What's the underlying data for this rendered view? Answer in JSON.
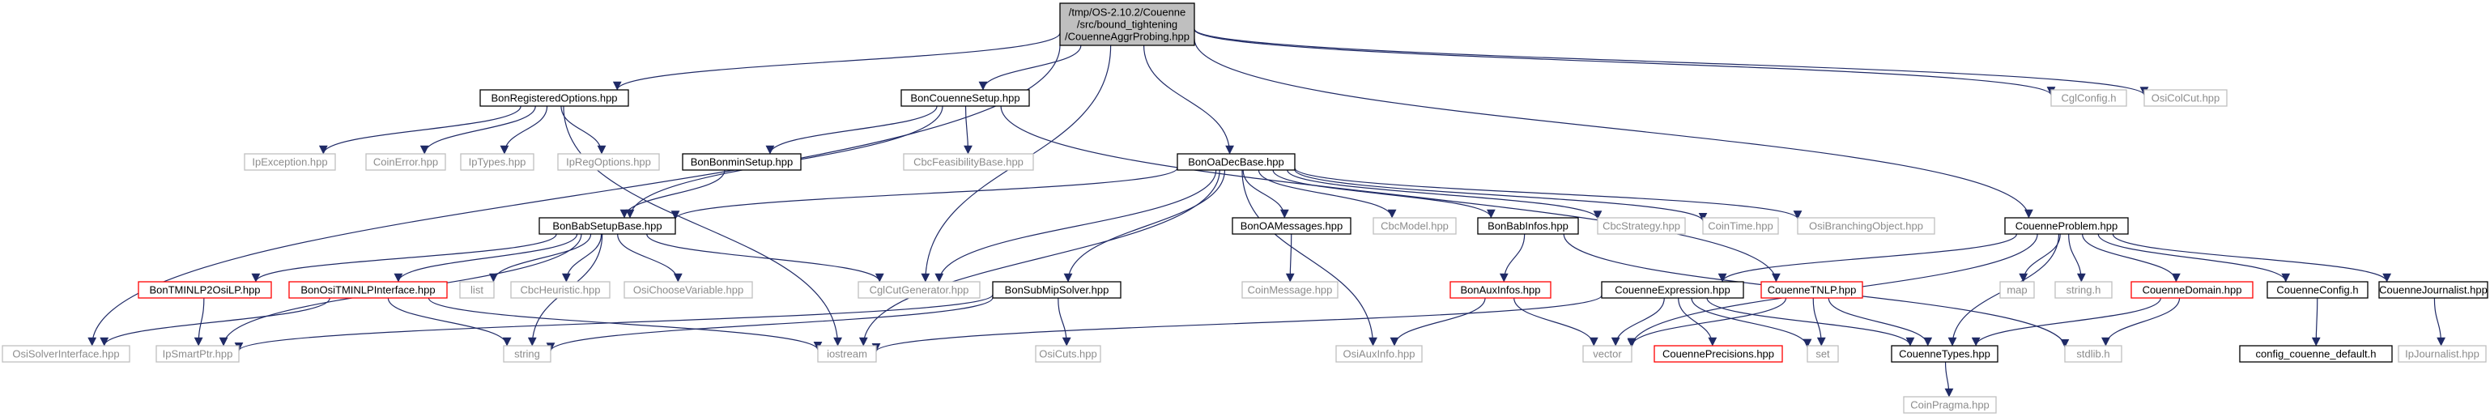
{
  "diagram": {
    "nodes": [
      {
        "id": "root",
        "label": [
          "/tmp/OS-2.10.2/Couenne",
          "/src/bound_tightening",
          "/CouenneAggrProbing.hpp"
        ],
        "style": "root"
      },
      {
        "id": "BonRegisteredOptions",
        "label": [
          "BonRegisteredOptions.hpp"
        ],
        "style": "black"
      },
      {
        "id": "BonCouenneSetup",
        "label": [
          "BonCouenneSetup.hpp"
        ],
        "style": "black"
      },
      {
        "id": "BonOaDecBase",
        "label": [
          "BonOaDecBase.hpp"
        ],
        "style": "black"
      },
      {
        "id": "CouenneProblem",
        "label": [
          "CouenneProblem.hpp"
        ],
        "style": "black"
      },
      {
        "id": "CglConfig",
        "label": [
          "CglConfig.h"
        ],
        "style": "gray"
      },
      {
        "id": "OsiColCut",
        "label": [
          "OsiColCut.hpp"
        ],
        "style": "gray"
      },
      {
        "id": "IpException",
        "label": [
          "IpException.hpp"
        ],
        "style": "gray"
      },
      {
        "id": "CoinError",
        "label": [
          "CoinError.hpp"
        ],
        "style": "gray"
      },
      {
        "id": "IpTypes",
        "label": [
          "IpTypes.hpp"
        ],
        "style": "gray"
      },
      {
        "id": "IpRegOptions",
        "label": [
          "IpRegOptions.hpp"
        ],
        "style": "gray"
      },
      {
        "id": "BonBonminSetup",
        "label": [
          "BonBonminSetup.hpp"
        ],
        "style": "black"
      },
      {
        "id": "CbcFeasibilityBase",
        "label": [
          "CbcFeasibilityBase.hpp"
        ],
        "style": "gray"
      },
      {
        "id": "BonBabSetupBase",
        "label": [
          "BonBabSetupBase.hpp"
        ],
        "style": "black"
      },
      {
        "id": "BonOAMessages",
        "label": [
          "BonOAMessages.hpp"
        ],
        "style": "black"
      },
      {
        "id": "CbcModel",
        "label": [
          "CbcModel.hpp"
        ],
        "style": "gray"
      },
      {
        "id": "BonBabInfos",
        "label": [
          "BonBabInfos.hpp"
        ],
        "style": "black"
      },
      {
        "id": "CbcStrategy",
        "label": [
          "CbcStrategy.hpp"
        ],
        "style": "gray"
      },
      {
        "id": "CoinTime",
        "label": [
          "CoinTime.hpp"
        ],
        "style": "gray"
      },
      {
        "id": "OsiBranchingObject",
        "label": [
          "OsiBranchingObject.hpp"
        ],
        "style": "gray"
      },
      {
        "id": "BonTMINLP2OsiLP",
        "label": [
          "BonTMINLP2OsiLP.hpp"
        ],
        "style": "red"
      },
      {
        "id": "BonOsiTMINLPInterface",
        "label": [
          "BonOsiTMINLPInterface.hpp"
        ],
        "style": "red"
      },
      {
        "id": "list",
        "label": [
          "list"
        ],
        "style": "gray"
      },
      {
        "id": "CbcHeuristic",
        "label": [
          "CbcHeuristic.hpp"
        ],
        "style": "gray"
      },
      {
        "id": "OsiChooseVariable",
        "label": [
          "OsiChooseVariable.hpp"
        ],
        "style": "gray"
      },
      {
        "id": "CglCutGenerator",
        "label": [
          "CglCutGenerator.hpp"
        ],
        "style": "gray"
      },
      {
        "id": "BonSubMipSolver",
        "label": [
          "BonSubMipSolver.hpp"
        ],
        "style": "black"
      },
      {
        "id": "CoinMessage",
        "label": [
          "CoinMessage.hpp"
        ],
        "style": "gray"
      },
      {
        "id": "BonAuxInfos",
        "label": [
          "BonAuxInfos.hpp"
        ],
        "style": "red"
      },
      {
        "id": "CouenneExpression",
        "label": [
          "CouenneExpression.hpp"
        ],
        "style": "black"
      },
      {
        "id": "CouenneTNLP",
        "label": [
          "CouenneTNLP.hpp"
        ],
        "style": "red"
      },
      {
        "id": "map",
        "label": [
          "map"
        ],
        "style": "gray"
      },
      {
        "id": "stringh",
        "label": [
          "string.h"
        ],
        "style": "gray"
      },
      {
        "id": "CouenneDomain",
        "label": [
          "CouenneDomain.hpp"
        ],
        "style": "red"
      },
      {
        "id": "CouenneConfig",
        "label": [
          "CouenneConfig.h"
        ],
        "style": "black"
      },
      {
        "id": "CouenneJournalist",
        "label": [
          "CouenneJournalist.hpp"
        ],
        "style": "black"
      },
      {
        "id": "OsiSolverInterface",
        "label": [
          "OsiSolverInterface.hpp"
        ],
        "style": "gray"
      },
      {
        "id": "IpSmartPtr",
        "label": [
          "IpSmartPtr.hpp"
        ],
        "style": "gray"
      },
      {
        "id": "string",
        "label": [
          "string"
        ],
        "style": "gray"
      },
      {
        "id": "iostream",
        "label": [
          "iostream"
        ],
        "style": "gray"
      },
      {
        "id": "OsiCuts",
        "label": [
          "OsiCuts.hpp"
        ],
        "style": "gray"
      },
      {
        "id": "OsiAuxInfo",
        "label": [
          "OsiAuxInfo.hpp"
        ],
        "style": "gray"
      },
      {
        "id": "vector",
        "label": [
          "vector"
        ],
        "style": "gray"
      },
      {
        "id": "CouennePrecisions",
        "label": [
          "CouennePrecisions.hpp"
        ],
        "style": "red"
      },
      {
        "id": "set",
        "label": [
          "set"
        ],
        "style": "gray"
      },
      {
        "id": "CouenneTypes",
        "label": [
          "CouenneTypes.hpp"
        ],
        "style": "black"
      },
      {
        "id": "stdlibh",
        "label": [
          "stdlib.h"
        ],
        "style": "gray"
      },
      {
        "id": "config_couenne_default",
        "label": [
          "config_couenne_default.h"
        ],
        "style": "black"
      },
      {
        "id": "IpJournalist",
        "label": [
          "IpJournalist.hpp"
        ],
        "style": "gray"
      },
      {
        "id": "CoinPragma",
        "label": [
          "CoinPragma.hpp"
        ],
        "style": "gray"
      }
    ],
    "edges": [
      [
        "root",
        "BonRegisteredOptions"
      ],
      [
        "root",
        "BonCouenneSetup"
      ],
      [
        "root",
        "BonOaDecBase"
      ],
      [
        "root",
        "CouenneProblem"
      ],
      [
        "root",
        "CglConfig"
      ],
      [
        "root",
        "OsiColCut"
      ],
      [
        "root",
        "OsiSolverInterface"
      ],
      [
        "root",
        "CglCutGenerator"
      ],
      [
        "BonRegisteredOptions",
        "IpException"
      ],
      [
        "BonRegisteredOptions",
        "CoinError"
      ],
      [
        "BonRegisteredOptions",
        "IpTypes"
      ],
      [
        "BonRegisteredOptions",
        "IpRegOptions"
      ],
      [
        "BonRegisteredOptions",
        "iostream"
      ],
      [
        "BonCouenneSetup",
        "BonBonminSetup"
      ],
      [
        "BonCouenneSetup",
        "CbcFeasibilityBase"
      ],
      [
        "BonCouenneSetup",
        "BonBabSetupBase"
      ],
      [
        "BonCouenneSetup",
        "CouenneTNLP"
      ],
      [
        "BonBonminSetup",
        "BonBabSetupBase"
      ],
      [
        "BonOaDecBase",
        "BonBabSetupBase"
      ],
      [
        "BonOaDecBase",
        "BonOAMessages"
      ],
      [
        "BonOaDecBase",
        "CbcModel"
      ],
      [
        "BonOaDecBase",
        "BonBabInfos"
      ],
      [
        "BonOaDecBase",
        "CbcStrategy"
      ],
      [
        "BonOaDecBase",
        "CoinTime"
      ],
      [
        "BonOaDecBase",
        "OsiBranchingObject"
      ],
      [
        "BonOaDecBase",
        "CglCutGenerator"
      ],
      [
        "BonOaDecBase",
        "BonSubMipSolver"
      ],
      [
        "BonOaDecBase",
        "iostream"
      ],
      [
        "BonOaDecBase",
        "OsiAuxInfo"
      ],
      [
        "BonBabSetupBase",
        "BonTMINLP2OsiLP"
      ],
      [
        "BonBabSetupBase",
        "BonOsiTMINLPInterface"
      ],
      [
        "BonBabSetupBase",
        "list"
      ],
      [
        "BonBabSetupBase",
        "CbcHeuristic"
      ],
      [
        "BonBabSetupBase",
        "OsiChooseVariable"
      ],
      [
        "BonBabSetupBase",
        "CglCutGenerator"
      ],
      [
        "BonBabSetupBase",
        "IpSmartPtr"
      ],
      [
        "BonBabSetupBase",
        "string"
      ],
      [
        "BonTMINLP2OsiLP",
        "IpSmartPtr"
      ],
      [
        "BonOsiTMINLPInterface",
        "OsiSolverInterface"
      ],
      [
        "BonOsiTMINLPInterface",
        "string"
      ],
      [
        "BonOsiTMINLPInterface",
        "iostream"
      ],
      [
        "BonSubMipSolver",
        "IpSmartPtr"
      ],
      [
        "BonSubMipSolver",
        "string"
      ],
      [
        "BonSubMipSolver",
        "OsiCuts"
      ],
      [
        "BonOAMessages",
        "CoinMessage"
      ],
      [
        "BonBabInfos",
        "BonAuxInfos"
      ],
      [
        "BonBabInfos",
        "stdlibh"
      ],
      [
        "BonAuxInfos",
        "OsiAuxInfo"
      ],
      [
        "BonAuxInfos",
        "vector"
      ],
      [
        "CouenneProblem",
        "CouenneExpression"
      ],
      [
        "CouenneProblem",
        "vector"
      ],
      [
        "CouenneProblem",
        "map"
      ],
      [
        "CouenneProblem",
        "stringh"
      ],
      [
        "CouenneProblem",
        "CouenneDomain"
      ],
      [
        "CouenneProblem",
        "CouenneConfig"
      ],
      [
        "CouenneProblem",
        "CouenneJournalist"
      ],
      [
        "CouenneProblem",
        "CouenneTypes"
      ],
      [
        "CouenneExpression",
        "iostream"
      ],
      [
        "CouenneExpression",
        "vector"
      ],
      [
        "CouenneExpression",
        "CouennePrecisions"
      ],
      [
        "CouenneExpression",
        "set"
      ],
      [
        "CouenneExpression",
        "CouenneTypes"
      ],
      [
        "CouenneTNLP",
        "vector"
      ],
      [
        "CouenneTNLP",
        "set"
      ],
      [
        "CouenneTNLP",
        "CouenneTypes"
      ],
      [
        "CouenneDomain",
        "CouenneTypes"
      ],
      [
        "CouenneDomain",
        "stdlibh"
      ],
      [
        "CouenneConfig",
        "config_couenne_default"
      ],
      [
        "CouenneJournalist",
        "IpJournalist"
      ],
      [
        "CouenneTypes",
        "CoinPragma"
      ]
    ]
  }
}
